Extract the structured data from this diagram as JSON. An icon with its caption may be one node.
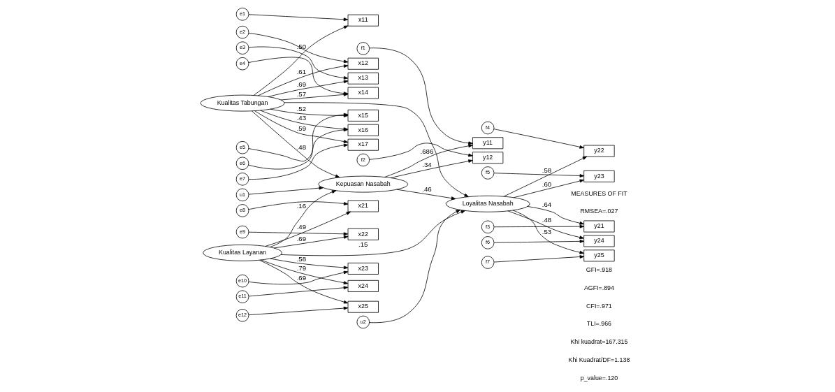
{
  "diagram": {
    "nodes": [
      {
        "text": [
          "e1"
        ]
      },
      {
        "text": [
          "e2"
        ]
      },
      {
        "text": [
          "e3"
        ]
      },
      {
        "text": [
          "e4"
        ]
      },
      {
        "text": [
          "e5"
        ]
      },
      {
        "text": [
          "e6"
        ]
      },
      {
        "text": [
          "e7"
        ]
      },
      {
        "text": [
          "x11"
        ]
      },
      {
        "text": [
          "x12"
        ]
      },
      {
        "text": [
          "x13"
        ]
      },
      {
        "text": [
          "x14"
        ]
      },
      {
        "text": [
          "x15"
        ]
      },
      {
        "text": [
          "x16"
        ]
      },
      {
        "text": [
          "x17"
        ]
      },
      {
        "text": [
          "Kualitas Tabungan"
        ]
      },
      {
        "text": [
          "e8"
        ]
      },
      {
        "text": [
          "e9"
        ]
      },
      {
        "text": [
          "e10"
        ]
      },
      {
        "text": [
          "e11"
        ]
      },
      {
        "text": [
          "e12"
        ]
      },
      {
        "text": [
          "x21"
        ]
      },
      {
        "text": [
          "x22"
        ]
      },
      {
        "text": [
          "x23"
        ]
      },
      {
        "text": [
          "x24"
        ]
      },
      {
        "text": [
          "x25"
        ]
      },
      {
        "text": [
          "Kualitas Layanan"
        ]
      },
      {
        "text": [
          "f1"
        ]
      },
      {
        "text": [
          "f2"
        ]
      },
      {
        "text": [
          "y11"
        ]
      },
      {
        "text": [
          "y12"
        ]
      },
      {
        "text": [
          "u1"
        ]
      },
      {
        "text": [
          "Kepuasan Nasabah"
        ]
      },
      {
        "text": [
          "u2"
        ]
      },
      {
        "text": [
          "Loyalitas Nasabah"
        ]
      },
      {
        "text": [
          "y21"
        ]
      },
      {
        "text": [
          "y22"
        ]
      },
      {
        "text": [
          "y23"
        ]
      },
      {
        "text": [
          "y24"
        ]
      },
      {
        "text": [
          "y25"
        ]
      },
      {
        "text": [
          "f3"
        ]
      },
      {
        "text": [
          "f4"
        ]
      },
      {
        "text": [
          "f5"
        ]
      },
      {
        "text": [
          "f6"
        ]
      },
      {
        "text": [
          "f7"
        ]
      }
    ],
    "edges": [
      {
        "from": 0,
        "to": 7,
        "arrow": "to"
      },
      {
        "from": 1,
        "to": 8,
        "arrow": "to"
      },
      {
        "from": 2,
        "to": 9,
        "arrow": "to"
      },
      {
        "from": 3,
        "to": 10,
        "arrow": "to"
      },
      {
        "from": 4,
        "to": 11,
        "arrow": "to"
      },
      {
        "from": 5,
        "to": 12,
        "arrow": "to"
      },
      {
        "from": 6,
        "to": 13,
        "arrow": "to"
      },
      {
        "from": 14,
        "to": 7,
        "arrow": "to",
        "label": ".50"
      },
      {
        "from": 14,
        "to": 8,
        "arrow": "to",
        "label": ".61"
      },
      {
        "from": 14,
        "to": 9,
        "arrow": "to",
        "label": ".69"
      },
      {
        "from": 14,
        "to": 10,
        "arrow": "to",
        "label": ".57"
      },
      {
        "from": 14,
        "to": 11,
        "arrow": "to",
        "label": ".52"
      },
      {
        "from": 14,
        "to": 12,
        "arrow": "to",
        "label": ".43"
      },
      {
        "from": 14,
        "to": 13,
        "arrow": "to",
        "label": ".59"
      },
      {
        "from": 15,
        "to": 20,
        "arrow": "to"
      },
      {
        "from": 16,
        "to": 21,
        "arrow": "to"
      },
      {
        "from": 17,
        "to": 22,
        "arrow": "to"
      },
      {
        "from": 18,
        "to": 23,
        "arrow": "to"
      },
      {
        "from": 19,
        "to": 24,
        "arrow": "to"
      },
      {
        "from": 25,
        "to": 20,
        "arrow": "to",
        "label": ".49"
      },
      {
        "from": 25,
        "to": 21,
        "arrow": "to",
        "label": ".69"
      },
      {
        "from": 25,
        "to": 22,
        "arrow": "to",
        "label": ".58"
      },
      {
        "from": 25,
        "to": 23,
        "arrow": "to",
        "label": ".79"
      },
      {
        "from": 25,
        "to": 24,
        "arrow": "to",
        "label": ".69"
      },
      {
        "from": 26,
        "to": 28,
        "arrow": "to"
      },
      {
        "from": 27,
        "to": 29,
        "arrow": "to"
      },
      {
        "from": 31,
        "to": 28,
        "arrow": "to",
        "label": ".686"
      },
      {
        "from": 31,
        "to": 29,
        "arrow": "to",
        "label": ".34"
      },
      {
        "from": 14,
        "to": 31,
        "arrow": "to",
        "label": ".48"
      },
      {
        "from": 14,
        "to": 33,
        "arrow": "to"
      },
      {
        "from": 30,
        "to": 31,
        "arrow": "to"
      },
      {
        "from": 25,
        "to": 31,
        "arrow": "to",
        "label": ".16"
      },
      {
        "from": 25,
        "to": 33,
        "arrow": "to",
        "label": ".15"
      },
      {
        "from": 31,
        "to": 33,
        "arrow": "to",
        "label": ".46"
      },
      {
        "from": 32,
        "to": 33,
        "arrow": "to"
      },
      {
        "from": 33,
        "to": 34,
        "arrow": "to",
        "label": ".64"
      },
      {
        "from": 33,
        "to": 35,
        "arrow": "to",
        "label": ".58"
      },
      {
        "from": 33,
        "to": 36,
        "arrow": "to",
        "label": ".60"
      },
      {
        "from": 33,
        "to": 37,
        "arrow": "to",
        "label": ".48"
      },
      {
        "from": 33,
        "to": 38,
        "arrow": "to",
        "label": ".53"
      },
      {
        "from": 39,
        "to": 34,
        "arrow": "to"
      },
      {
        "from": 40,
        "to": 35,
        "arrow": "to"
      },
      {
        "from": 41,
        "to": 36,
        "arrow": "to"
      },
      {
        "from": 42,
        "to": 37,
        "arrow": "to"
      },
      {
        "from": 43,
        "to": 38,
        "arrow": "to"
      }
    ],
    "labels": [
      "MEASURES OF FIT",
      "RMSEA=.027",
      "GFI=.918",
      "AGFI=.894",
      "CFI=.971",
      "TLI=.966",
      "Khi kuadrat=167.315",
      "Khi Kuadrat/DF=1.138",
      "p_value=.120"
    ]
  }
}
